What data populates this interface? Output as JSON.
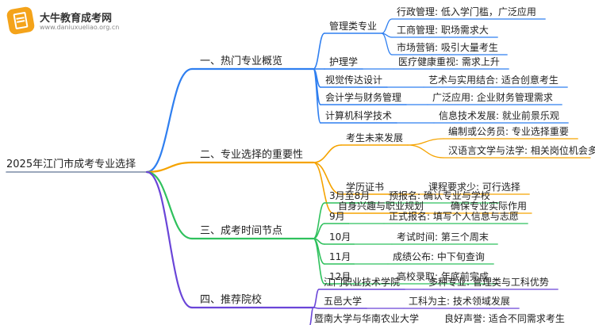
{
  "logo": {
    "name": "大牛教育成考网",
    "url": "www.daniuxueliao.org.cn",
    "icon": "book-badge-icon"
  },
  "root": "2025年江门市成考专业选择",
  "colors": {
    "branch1": "#2f7ff0",
    "branch2": "#f5a300",
    "branch3": "#2fc15d",
    "branch4": "#6a45d8",
    "root_line": "#7a8ca6"
  },
  "branches": [
    {
      "label": "一、热门专业概览",
      "children": [
        {
          "label": "管理类专业",
          "children": [
            {
              "label": "行政管理: 低入学门槛，广泛应用"
            },
            {
              "label": "工商管理: 职场需求大"
            },
            {
              "label": "市场营销: 吸引大量考生"
            }
          ]
        },
        {
          "label": "护理学",
          "children": [
            {
              "label": "医疗健康重视: 需求上升"
            }
          ]
        },
        {
          "label": "视觉传达设计",
          "children": [
            {
              "label": "艺术与实用结合: 适合创意考生"
            }
          ]
        },
        {
          "label": "会计学与财务管理",
          "children": [
            {
              "label": "广泛应用: 企业财务管理需求"
            }
          ]
        },
        {
          "label": "计算机科学技术",
          "children": [
            {
              "label": "信息技术发展: 就业前景乐观"
            }
          ]
        }
      ]
    },
    {
      "label": "二、专业选择的重要性",
      "children": [
        {
          "label": "考生未来发展",
          "children": [
            {
              "label": "编制或公务员: 专业选择重要"
            },
            {
              "label": "汉语言文学与法学: 相关岗位机会多"
            }
          ]
        },
        {
          "label": "学历证书",
          "children": [
            {
              "label": "课程要求少: 可行选择"
            }
          ]
        },
        {
          "label": "自身兴趣与职业规划",
          "children": [
            {
              "label": "确保专业实际作用"
            }
          ]
        }
      ]
    },
    {
      "label": "三、成考时间节点",
      "children": [
        {
          "label": "3月至8月",
          "children": [
            {
              "label": "预报名: 确认专业与学校"
            }
          ]
        },
        {
          "label": "9月",
          "children": [
            {
              "label": "正式报名: 填写个人信息与志愿"
            }
          ]
        },
        {
          "label": "10月",
          "children": [
            {
              "label": "考试时间: 第三个周末"
            }
          ]
        },
        {
          "label": "11月",
          "children": [
            {
              "label": "成绩公布: 中下旬查询"
            }
          ]
        },
        {
          "label": "12月",
          "children": [
            {
              "label": "高校录取: 年底前完成"
            }
          ]
        }
      ]
    },
    {
      "label": "四、推荐院校",
      "children": [
        {
          "label": "江门职业技术学院",
          "children": [
            {
              "label": "多种专业: 管理类与工科优势"
            }
          ]
        },
        {
          "label": "五邑大学",
          "children": [
            {
              "label": "工科为主: 技术领域发展"
            }
          ]
        },
        {
          "label": "暨南大学与华南农业大学",
          "children": [
            {
              "label": "良好声誉: 适合不同需求考生"
            }
          ]
        }
      ]
    }
  ]
}
